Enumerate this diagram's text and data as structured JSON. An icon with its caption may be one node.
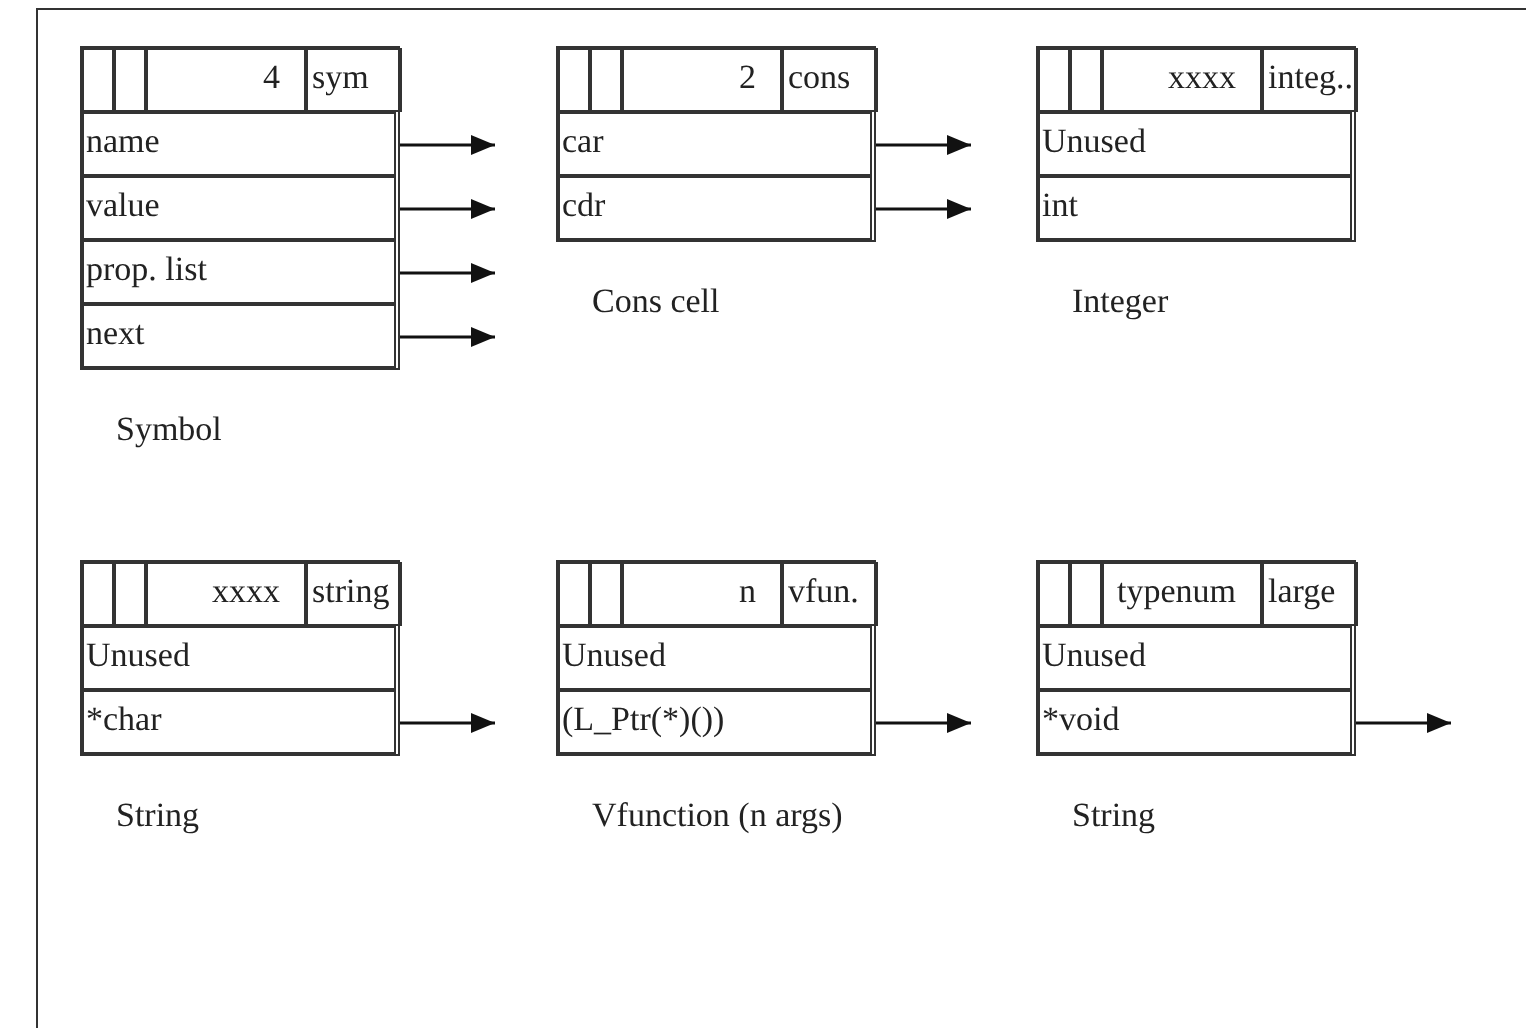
{
  "diagram": {
    "nodes": [
      {
        "text": [],
        "shape": "box",
        "beside": [
          "Symbol"
        ]
      },
      {
        "text": [],
        "shape": "box",
        "in": 0
      },
      {
        "text": [],
        "shape": "box",
        "in": 0
      },
      {
        "text": [
          "4"
        ],
        "in": 0
      },
      {
        "text": [
          "sym"
        ],
        "in": 0
      },
      {
        "text": [
          "name"
        ],
        "in": 0
      },
      {
        "text": [
          "value"
        ],
        "in": 0
      },
      {
        "text": [
          "prop. list"
        ],
        "in": 0
      },
      {
        "text": [
          "next"
        ],
        "in": 0
      },
      {
        "text": [],
        "shape": "box",
        "beside": [
          "Cons cell"
        ]
      },
      {
        "text": [],
        "shape": "box",
        "in": 9
      },
      {
        "text": [],
        "shape": "box",
        "in": 9
      },
      {
        "text": [
          "2"
        ],
        "in": 9
      },
      {
        "text": [
          "cons"
        ],
        "in": 9
      },
      {
        "text": [
          "car"
        ],
        "in": 9
      },
      {
        "text": [
          "cdr"
        ],
        "in": 9
      },
      {
        "text": [],
        "shape": "box",
        "beside": [
          "Integer"
        ]
      },
      {
        "text": [],
        "shape": "box",
        "in": 16
      },
      {
        "text": [],
        "shape": "box",
        "in": 16
      },
      {
        "text": [
          "xxxx"
        ],
        "in": 16
      },
      {
        "text": [
          "integ.."
        ],
        "in": 16
      },
      {
        "text": [
          "Unused"
        ],
        "in": 16
      },
      {
        "text": [
          "int"
        ],
        "in": 16
      },
      {
        "text": [],
        "shape": "box",
        "beside": [
          "String"
        ]
      },
      {
        "text": [],
        "shape": "box",
        "in": 23
      },
      {
        "text": [],
        "shape": "box",
        "in": 23
      },
      {
        "text": [
          "xxxx"
        ],
        "in": 23
      },
      {
        "text": [
          "string"
        ],
        "in": 23
      },
      {
        "text": [
          "Unused"
        ],
        "in": 23
      },
      {
        "text": [
          "*char"
        ],
        "in": 23
      },
      {
        "text": [],
        "shape": "box",
        "beside": [
          "Vfunction (n args)"
        ]
      },
      {
        "text": [],
        "shape": "box",
        "in": 30
      },
      {
        "text": [],
        "shape": "box",
        "in": 30
      },
      {
        "text": [
          "n"
        ],
        "in": 30
      },
      {
        "text": [
          "vfun."
        ],
        "in": 30
      },
      {
        "text": [
          "Unused"
        ],
        "in": 30
      },
      {
        "text": [
          "(L_Ptr(*)())"
        ],
        "in": 30
      },
      {
        "text": [],
        "shape": "box",
        "beside": [
          "String"
        ]
      },
      {
        "text": [],
        "shape": "box",
        "in": 37
      },
      {
        "text": [],
        "shape": "box",
        "in": 37
      },
      {
        "text": [
          "typenum"
        ],
        "in": 37
      },
      {
        "text": [
          "large"
        ],
        "in": 37
      },
      {
        "text": [
          "Unused"
        ],
        "in": 37
      },
      {
        "text": [
          "*void"
        ],
        "in": 37
      }
    ],
    "edges": [
      {
        "from": 5,
        "to": null,
        "arrow": "to"
      },
      {
        "from": 6,
        "to": null,
        "arrow": "to"
      },
      {
        "from": 7,
        "to": null,
        "arrow": "to"
      },
      {
        "from": 8,
        "to": null,
        "arrow": "to"
      },
      {
        "from": 14,
        "to": null,
        "arrow": "to"
      },
      {
        "from": 15,
        "to": null,
        "arrow": "to"
      },
      {
        "from": 29,
        "to": null,
        "arrow": "to"
      },
      {
        "from": 36,
        "to": null,
        "arrow": "to"
      },
      {
        "from": 43,
        "to": null,
        "arrow": "to"
      }
    ]
  }
}
